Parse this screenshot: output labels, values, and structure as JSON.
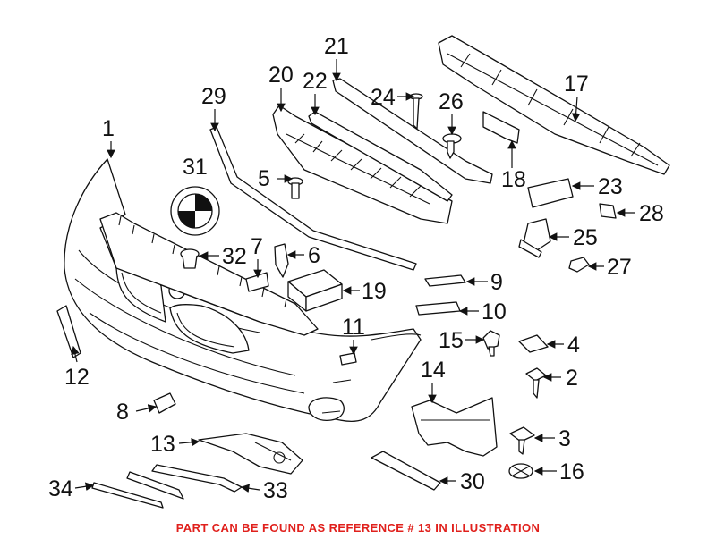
{
  "caption": "PART CAN BE FOUND AS REFERENCE # 13 IN ILLUSTRATION",
  "callouts": [
    {
      "id": "c1",
      "label": "1"
    },
    {
      "id": "c2",
      "label": "2"
    },
    {
      "id": "c3",
      "label": "3"
    },
    {
      "id": "c4",
      "label": "4"
    },
    {
      "id": "c5",
      "label": "5"
    },
    {
      "id": "c6",
      "label": "6"
    },
    {
      "id": "c7",
      "label": "7"
    },
    {
      "id": "c8",
      "label": "8"
    },
    {
      "id": "c9",
      "label": "9"
    },
    {
      "id": "c10",
      "label": "10"
    },
    {
      "id": "c11",
      "label": "11"
    },
    {
      "id": "c12",
      "label": "12"
    },
    {
      "id": "c13",
      "label": "13"
    },
    {
      "id": "c14",
      "label": "14"
    },
    {
      "id": "c15",
      "label": "15"
    },
    {
      "id": "c16",
      "label": "16"
    },
    {
      "id": "c17",
      "label": "17"
    },
    {
      "id": "c18",
      "label": "18"
    },
    {
      "id": "c19",
      "label": "19"
    },
    {
      "id": "c20",
      "label": "20"
    },
    {
      "id": "c21",
      "label": "21"
    },
    {
      "id": "c22",
      "label": "22"
    },
    {
      "id": "c23",
      "label": "23"
    },
    {
      "id": "c24",
      "label": "24"
    },
    {
      "id": "c25",
      "label": "25"
    },
    {
      "id": "c26",
      "label": "26"
    },
    {
      "id": "c27",
      "label": "27"
    },
    {
      "id": "c28",
      "label": "28"
    },
    {
      "id": "c29",
      "label": "29"
    },
    {
      "id": "c30",
      "label": "30"
    },
    {
      "id": "c31",
      "label": "31"
    },
    {
      "id": "c32",
      "label": "32"
    },
    {
      "id": "c33",
      "label": "33"
    },
    {
      "id": "c34",
      "label": "34"
    }
  ],
  "colors": {
    "caption": "#e0201c",
    "line": "#111111"
  }
}
